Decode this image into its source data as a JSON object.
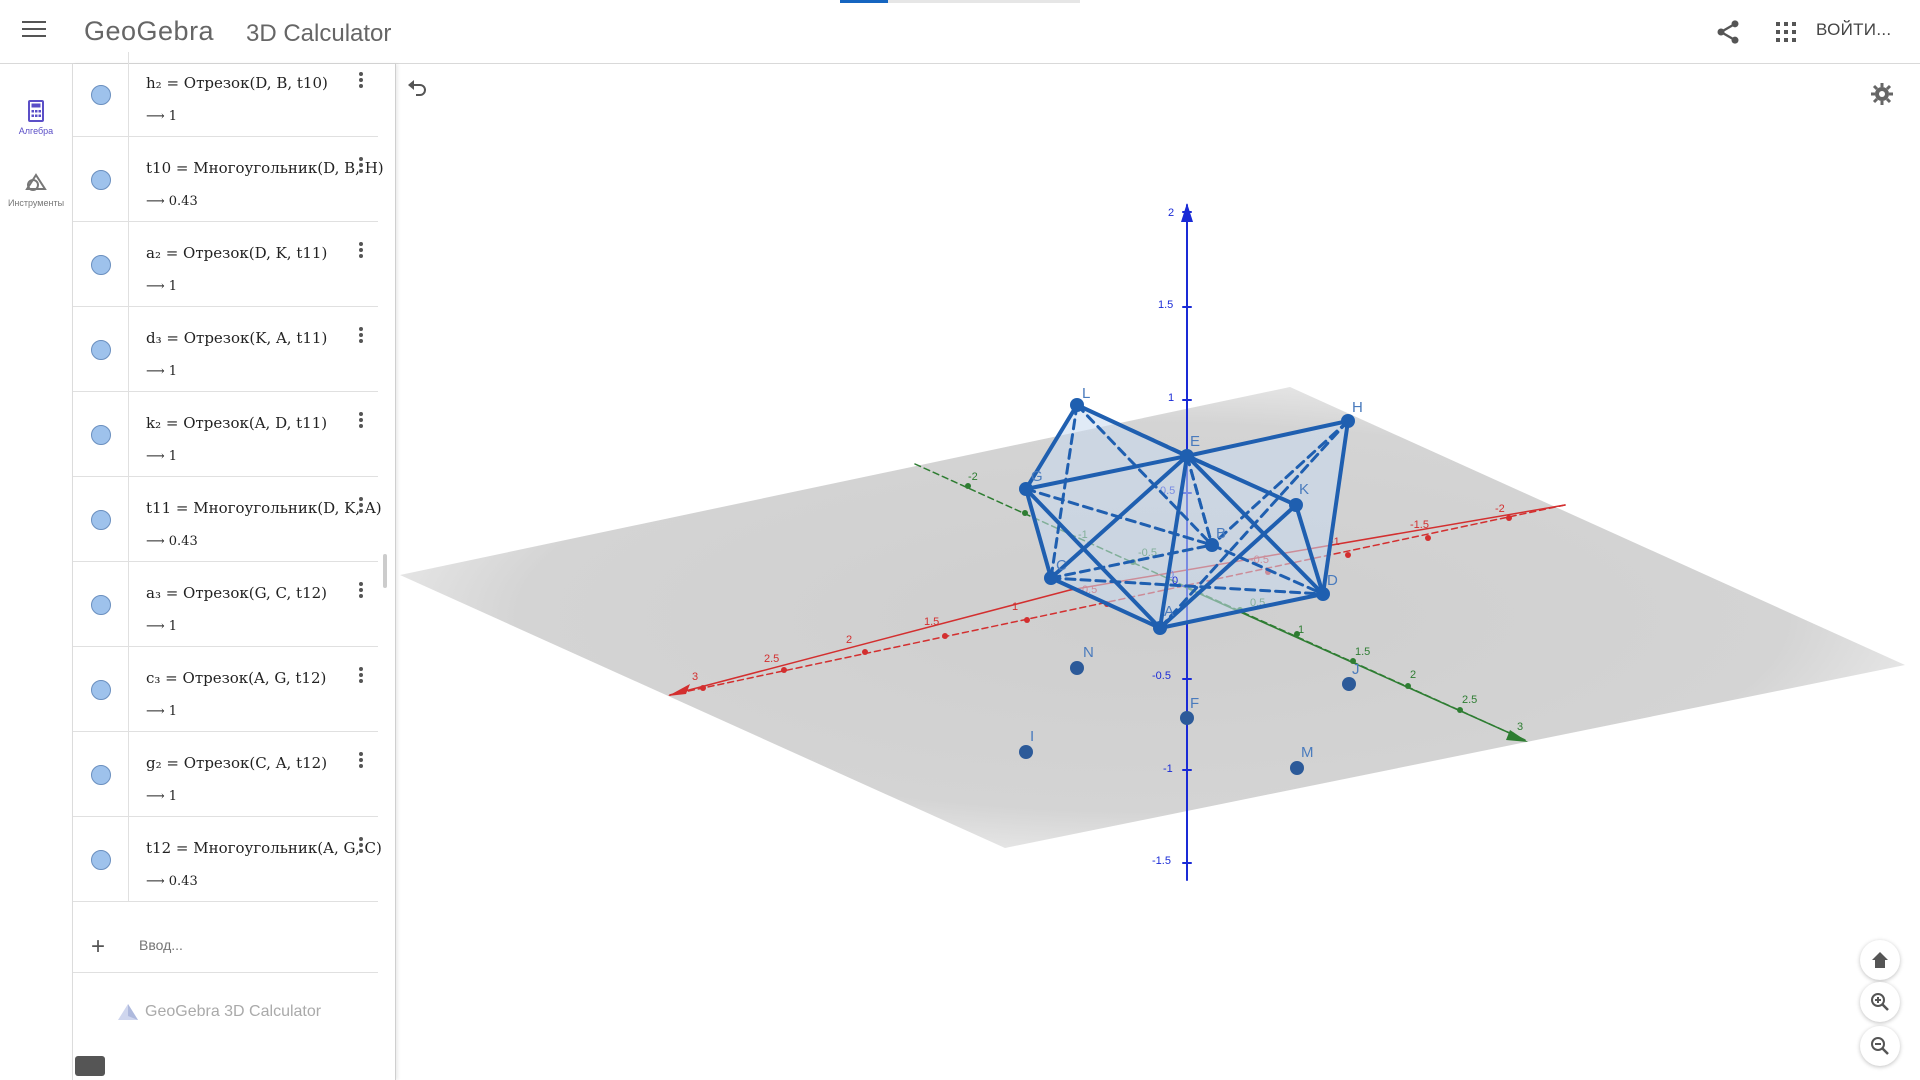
{
  "header": {
    "brand": "GeoGebra",
    "app_name": "3D Calculator",
    "login_label": "ВОЙТИ...",
    "icons": [
      "menu-icon",
      "share-icon",
      "apps-icon"
    ]
  },
  "rail": {
    "algebra_label": "Алгебра",
    "tools_label": "Инструменты"
  },
  "algebra": {
    "rows": [
      {
        "def": "h₂ = Отрезок(D, B, t10)",
        "val": "⟶ 1"
      },
      {
        "def": "t10 = Многоугольник(D, B, H)",
        "val": "⟶ 0.43"
      },
      {
        "def": "a₂ = Отрезок(D, K, t11)",
        "val": "⟶ 1"
      },
      {
        "def": "d₃ = Отрезок(K, A, t11)",
        "val": "⟶ 1"
      },
      {
        "def": "k₂ = Отрезок(A, D, t11)",
        "val": "⟶ 1"
      },
      {
        "def": "t11 = Многоугольник(D, K, A)",
        "val": "⟶ 0.43"
      },
      {
        "def": "a₃ = Отрезок(G, C, t12)",
        "val": "⟶ 1"
      },
      {
        "def": "c₃ = Отрезок(A, G, t12)",
        "val": "⟶ 1"
      },
      {
        "def": "g₂ = Отрезок(C, A, t12)",
        "val": "⟶ 1"
      },
      {
        "def": "t12 = Многоугольник(A, G, C)",
        "val": "⟶ 0.43"
      }
    ],
    "input_placeholder": "Ввод...",
    "footer": "GeoGebra 3D Calculator"
  },
  "graphics": {
    "point_labels": [
      "L",
      "H",
      "E",
      "G",
      "K",
      "B",
      "C",
      "D",
      "A",
      "N",
      "J",
      "F",
      "I",
      "M"
    ],
    "x_axis_ticks": [
      "3",
      "2.5",
      "2",
      "1.5",
      "1",
      "0.5",
      "-0.5",
      "-1",
      "-1.5",
      "-2"
    ],
    "y_axis_ticks": [
      "-2",
      "-1",
      "-0.5",
      "0.5",
      "1",
      "1.5",
      "2",
      "2.5",
      "3"
    ],
    "z_axis_ticks": [
      "2",
      "1.5",
      "1",
      "0.5",
      "0",
      "-0.5",
      "-1",
      "-1.5"
    ],
    "colors": {
      "x_axis": "#d32f2f",
      "y_axis": "#2e7d32",
      "z_axis": "#1a2bd6",
      "solid": "#1f5fb0",
      "point": "#2c5a99",
      "plane": "#c9c9c9"
    }
  }
}
